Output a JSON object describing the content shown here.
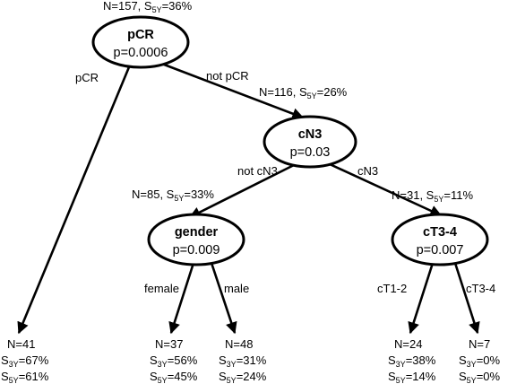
{
  "nodes": {
    "pcr": {
      "title": "pCR",
      "pvalue": "p=0.0006",
      "header": {
        "n": "N=157, ",
        "s": "S",
        "sub": "5Y",
        "rest": "=36%"
      }
    },
    "cn3": {
      "title": "cN3",
      "pvalue": "p=0.03",
      "header": {
        "n": "N=116, ",
        "s": "S",
        "sub": "5Y",
        "rest": "=26%"
      }
    },
    "gender": {
      "title": "gender",
      "pvalue": "p=0.009",
      "header": {
        "n": "N=85, ",
        "s": "S",
        "sub": "5Y",
        "rest": "=33%"
      }
    },
    "ct34": {
      "title": "cT3-4",
      "pvalue": "p=0.007",
      "header": {
        "n": "N=31, ",
        "s": "S",
        "sub": "5Y",
        "rest": "=11%"
      }
    }
  },
  "edges": {
    "pcr_yes": "pCR",
    "pcr_no": "not pCR",
    "cn3_no": "not cN3",
    "cn3_yes": "cN3",
    "gender_female": "female",
    "gender_male": "male",
    "ct_12": "cT1-2",
    "ct_34": "cT3-4"
  },
  "leaves": {
    "pcr": {
      "n": "N=41",
      "s3": "=67%",
      "s5": "=61%"
    },
    "female": {
      "n": "N=37",
      "s3": "=56%",
      "s5": "=45%"
    },
    "male": {
      "n": "N=48",
      "s3": "=31%",
      "s5": "=24%"
    },
    "ct12": {
      "n": "N=24",
      "s3": "=38%",
      "s5": "=14%"
    },
    "ct34": {
      "n": "N=7",
      "s3": "=0%",
      "s5": "=0%"
    }
  },
  "labels": {
    "s": "S",
    "sub3": "3Y",
    "sub5": "5Y"
  }
}
